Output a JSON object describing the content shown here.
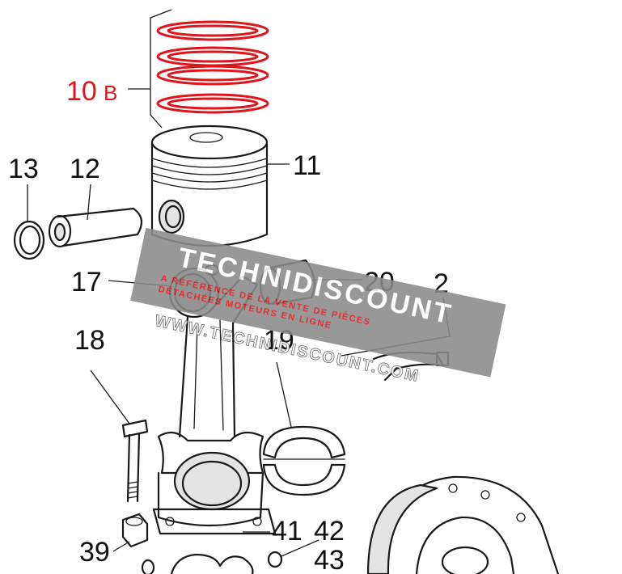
{
  "diagram": {
    "highlight_color": "#e0141b",
    "labels": {
      "p10": {
        "num": "10",
        "suffix": "B"
      },
      "p11": "11",
      "p12": "12",
      "p13": "13",
      "p17": "17",
      "p18": "18",
      "p19": "19",
      "p2": "2",
      "p20": "20",
      "p39": "39",
      "p41": "41",
      "p42": "42",
      "p43": "43"
    }
  },
  "watermark": {
    "brand": "TECHNIDISCOUNT",
    "tagline_1": "A RÉFÉRENCE DE LA VENTE DE PIÈCES",
    "tagline_2": "DÉTACHÉES MOTEURS EN LIGNE",
    "url": "WWW.TECHNIDISCOUNT.COM",
    "band_color": "#8a8a8a"
  }
}
